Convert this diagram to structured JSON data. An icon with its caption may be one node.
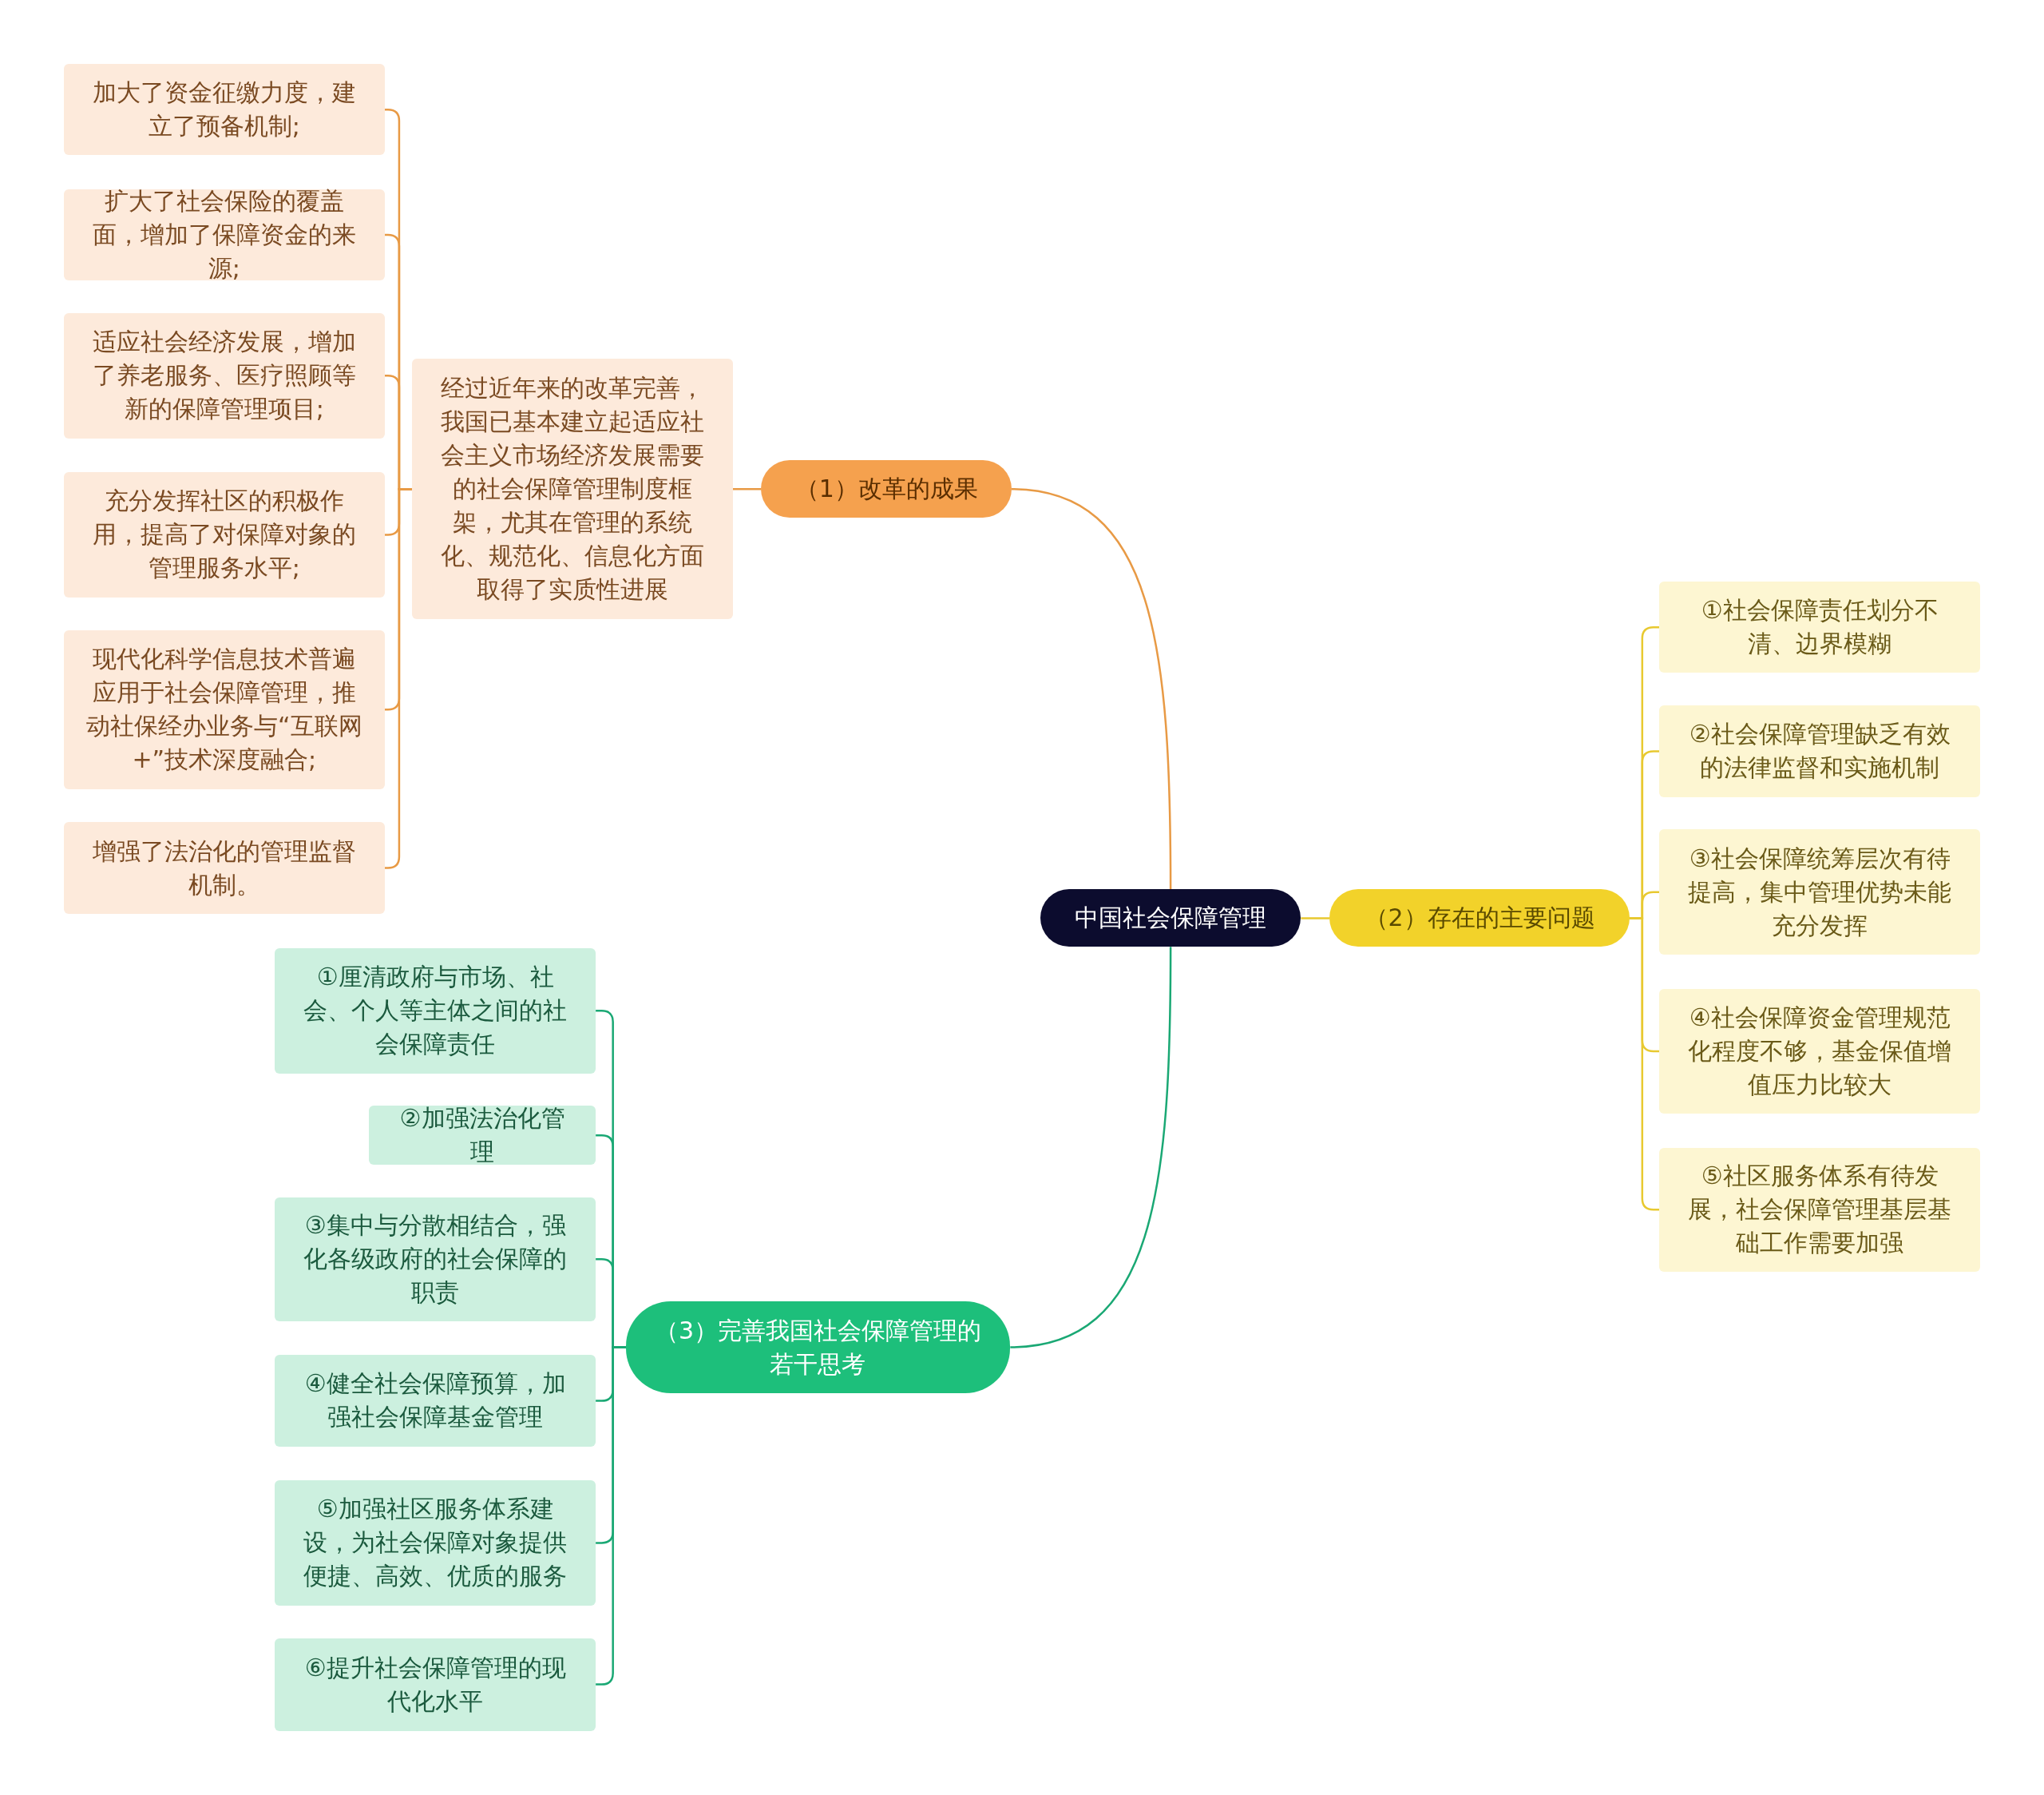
{
  "diagram": {
    "nodes": [
      {
        "text": [
          "中国社会保障管理"
        ]
      },
      {
        "text": [
          "（1）改革的成果"
        ]
      },
      {
        "text": [
          "经过近年来的改革完善，我国已基本建立起适应社会主义市场经济发展需要的社会保障管理制度框架，尤其在管理的系统化、规范化、信息化方面取得了实质性进展"
        ]
      },
      {
        "text": [
          "加大了资金征缴力度，建立了预备机制;"
        ]
      },
      {
        "text": [
          "扩大了社会保险的覆盖面，增加了保障资金的来源;"
        ]
      },
      {
        "text": [
          "适应社会经济发展，增加了养老服务、医疗照顾等新的保障管理项目;"
        ]
      },
      {
        "text": [
          "充分发挥社区的积极作用，提高了对保障对象的管理服务水平;"
        ]
      },
      {
        "text": [
          "现代化科学信息技术普遍应用于社会保障管理，推动社保经办业务与“互联网+”技术深度融合;"
        ]
      },
      {
        "text": [
          "增强了法治化的管理监督机制。"
        ]
      },
      {
        "text": [
          "（2）存在的主要问题"
        ]
      },
      {
        "text": [
          "①社会保障责任划分不清、边界模糊"
        ]
      },
      {
        "text": [
          "②社会保障管理缺乏有效的法律监督和实施机制"
        ]
      },
      {
        "text": [
          "③社会保障统筹层次有待提高，集中管理优势未能充分发挥"
        ]
      },
      {
        "text": [
          "④社会保障资金管理规范化程度不够，基金保值增值压力比较大"
        ]
      },
      {
        "text": [
          "⑤社区服务体系有待发展，社会保障管理基层基础工作需要加强"
        ]
      },
      {
        "text": [
          "（3）完善我国社会保障管理的若干思考"
        ]
      },
      {
        "text": [
          "①厘清政府与市场、社会、个人等主体之间的社会保障责任"
        ]
      },
      {
        "text": [
          "②加强法治化管理"
        ]
      },
      {
        "text": [
          "③集中与分散相结合，强化各级政府的社会保障的职责"
        ]
      },
      {
        "text": [
          "④健全社会保障预算，加强社会保障基金管理"
        ]
      },
      {
        "text": [
          "⑤加强社区服务体系建设，为社会保障对象提供便捷、高效、优质的服务"
        ]
      },
      {
        "text": [
          "⑥提升社会保障管理的现代化水平"
        ]
      }
    ],
    "edges": [
      {
        "from": 0,
        "to": 1,
        "arrow": "none",
        "color": "#e89a45"
      },
      {
        "from": 1,
        "to": 2,
        "arrow": "none",
        "color": "#e89a45"
      },
      {
        "from": 2,
        "to": 3,
        "arrow": "none",
        "color": "#e89a45"
      },
      {
        "from": 2,
        "to": 4,
        "arrow": "none",
        "color": "#e89a45"
      },
      {
        "from": 2,
        "to": 5,
        "arrow": "none",
        "color": "#e89a45"
      },
      {
        "from": 2,
        "to": 6,
        "arrow": "none",
        "color": "#e89a45"
      },
      {
        "from": 2,
        "to": 7,
        "arrow": "none",
        "color": "#e89a45"
      },
      {
        "from": 2,
        "to": 8,
        "arrow": "none",
        "color": "#e89a45"
      },
      {
        "from": 0,
        "to": 9,
        "arrow": "none",
        "color": "#e8c930"
      },
      {
        "from": 9,
        "to": 10,
        "arrow": "none",
        "color": "#e8c930"
      },
      {
        "from": 9,
        "to": 11,
        "arrow": "none",
        "color": "#e8c930"
      },
      {
        "from": 9,
        "to": 12,
        "arrow": "none",
        "color": "#e8c930"
      },
      {
        "from": 9,
        "to": 13,
        "arrow": "none",
        "color": "#e8c930"
      },
      {
        "from": 9,
        "to": 14,
        "arrow": "none",
        "color": "#e8c930"
      },
      {
        "from": 0,
        "to": 15,
        "arrow": "none",
        "color": "#1aa874"
      },
      {
        "from": 15,
        "to": 16,
        "arrow": "none",
        "color": "#1aa874"
      },
      {
        "from": 15,
        "to": 17,
        "arrow": "none",
        "color": "#1aa874"
      },
      {
        "from": 15,
        "to": 18,
        "arrow": "none",
        "color": "#1aa874"
      },
      {
        "from": 15,
        "to": 19,
        "arrow": "none",
        "color": "#1aa874"
      },
      {
        "from": 15,
        "to": 20,
        "arrow": "none",
        "color": "#1aa874"
      },
      {
        "from": 15,
        "to": 21,
        "arrow": "none",
        "color": "#1aa874"
      }
    ]
  }
}
